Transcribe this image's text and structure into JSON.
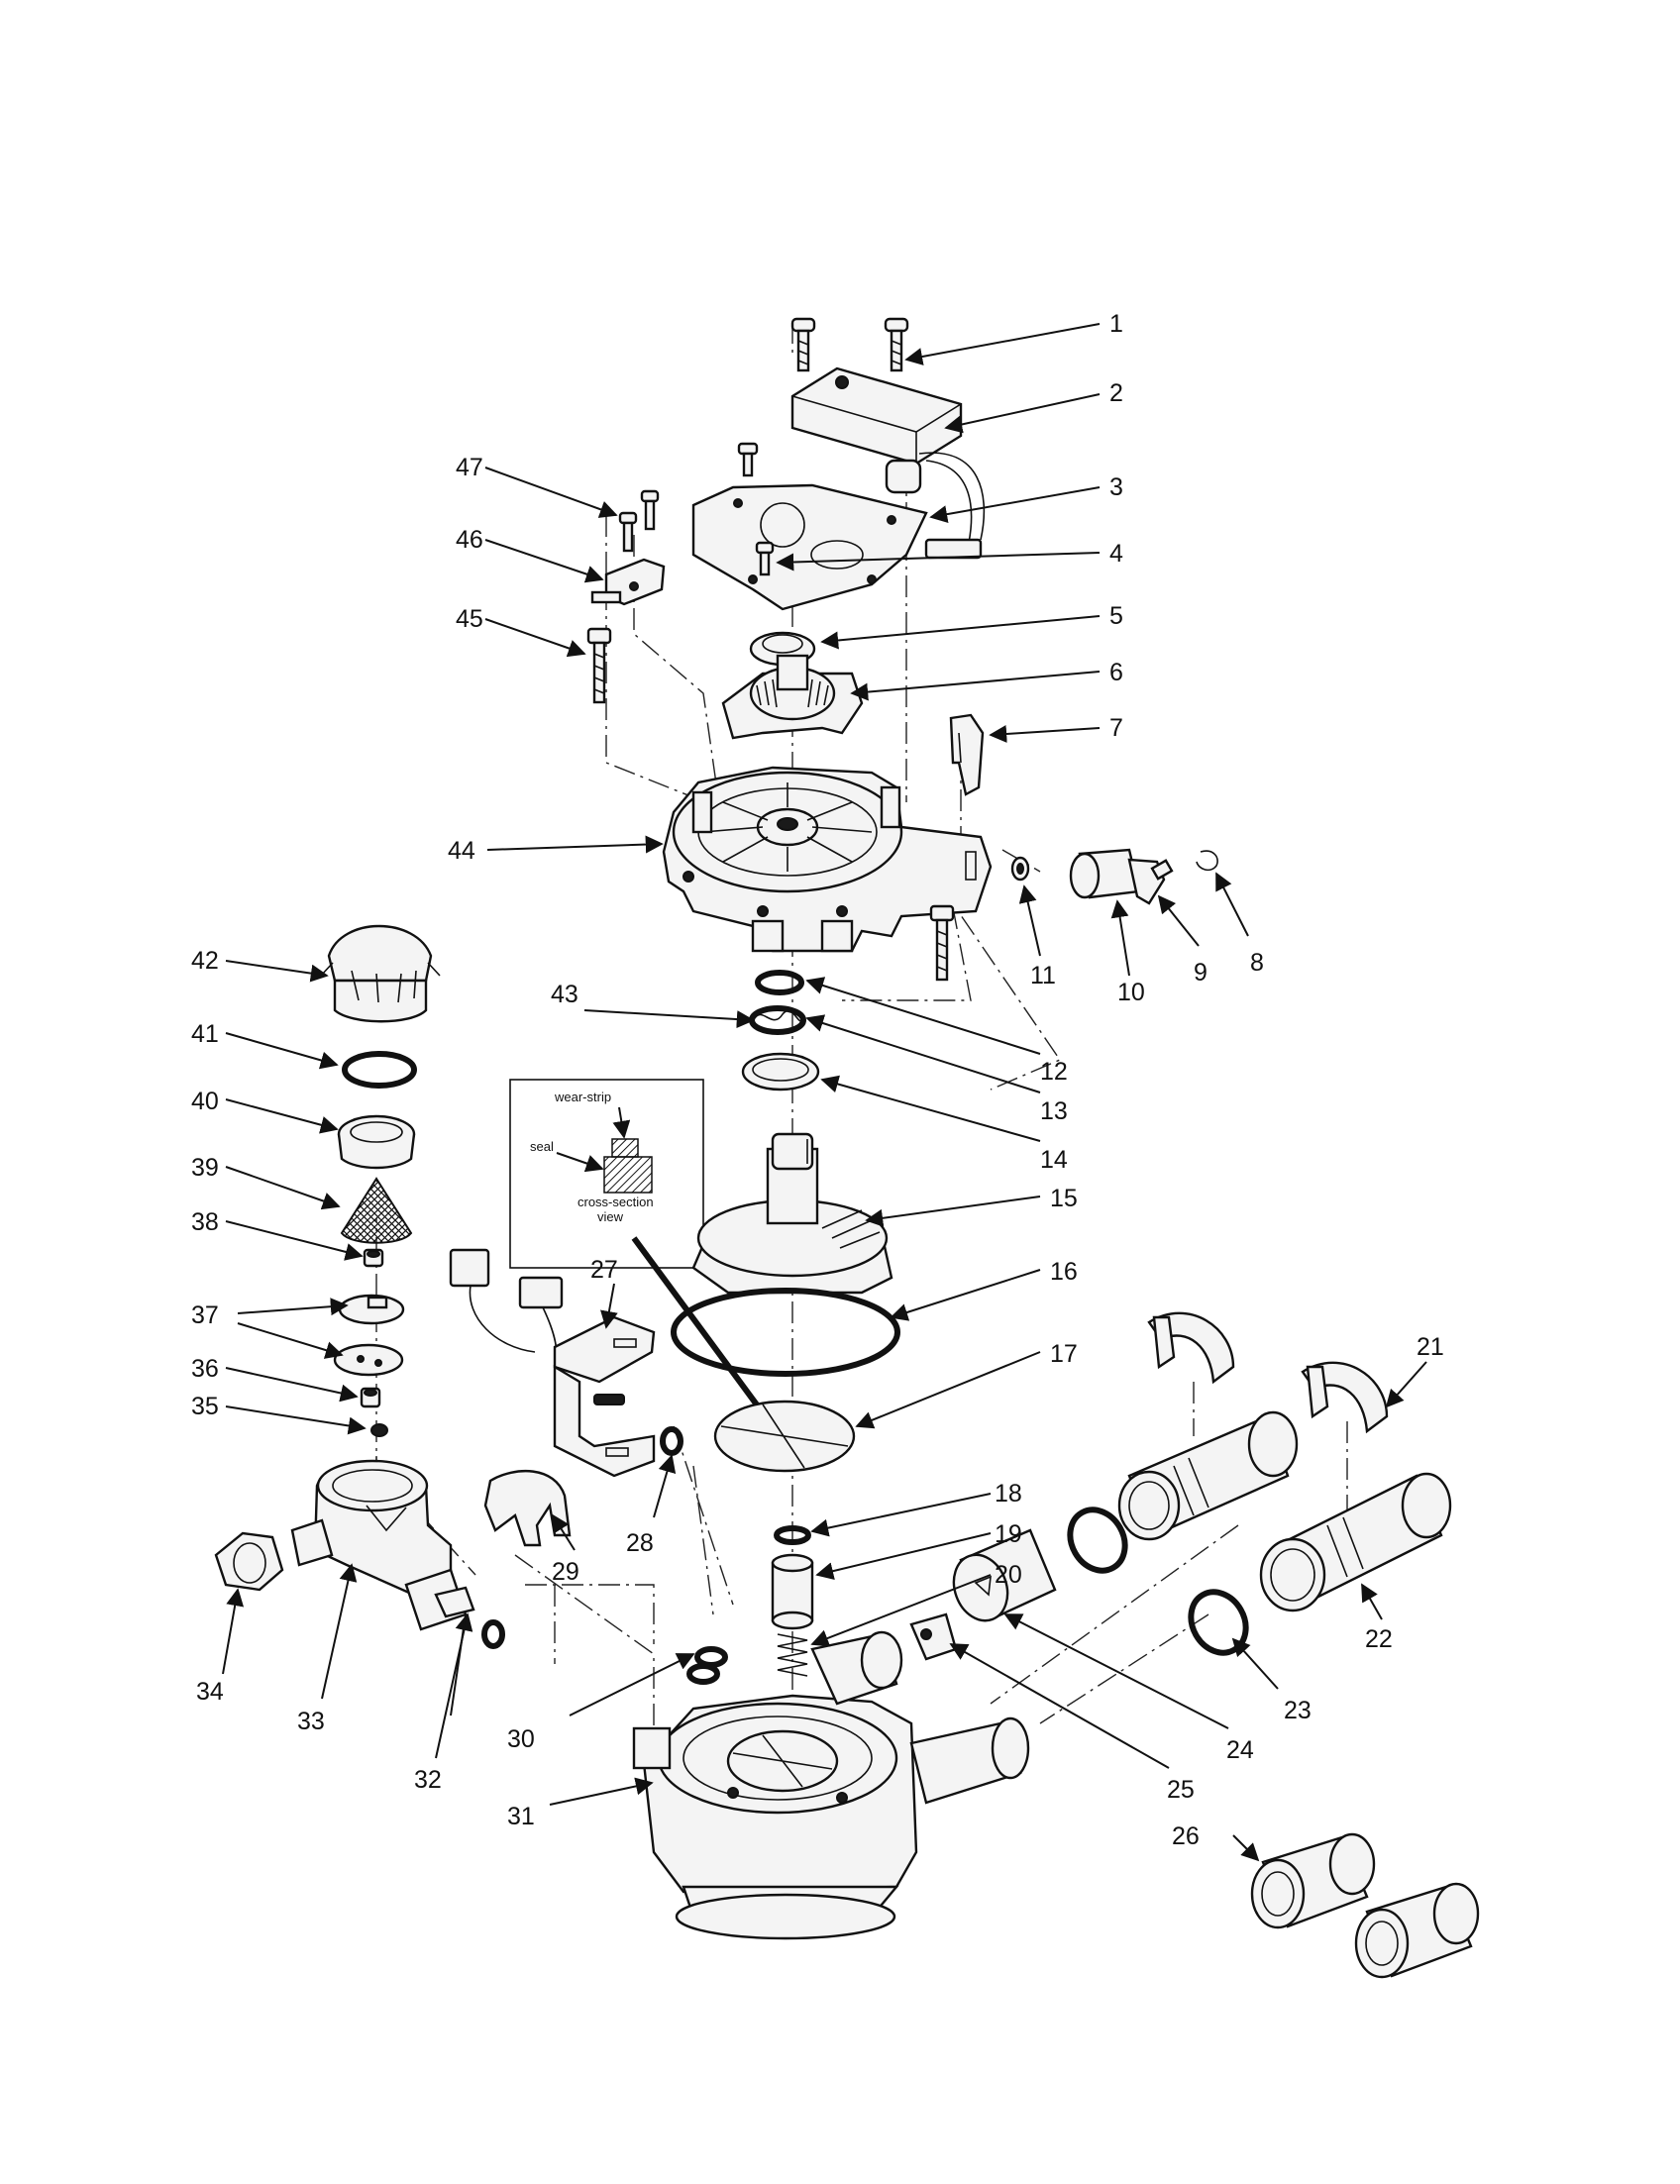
{
  "callouts": {
    "c1": "1",
    "c2": "2",
    "c3": "3",
    "c4": "4",
    "c5": "5",
    "c6": "6",
    "c7": "7",
    "c8": "8",
    "c9": "9",
    "c10": "10",
    "c11": "11",
    "c12": "12",
    "c13": "13",
    "c14": "14",
    "c15": "15",
    "c16": "16",
    "c17": "17",
    "c18": "18",
    "c19": "19",
    "c20": "20",
    "c21": "21",
    "c22": "22",
    "c23": "23",
    "c24": "24",
    "c25": "25",
    "c26": "26",
    "c27": "27",
    "c28": "28",
    "c29": "29",
    "c30": "30",
    "c31": "31",
    "c32": "32",
    "c33": "33",
    "c34": "34",
    "c35": "35",
    "c36": "36",
    "c37": "37",
    "c38": "38",
    "c39": "39",
    "c40": "40",
    "c41": "41",
    "c42": "42",
    "c43": "43",
    "c44": "44",
    "c45": "45",
    "c46": "46",
    "c47": "47"
  },
  "inset": {
    "wear_strip": "wear-strip",
    "seal": "seal",
    "cross_section_1": "cross-section",
    "cross_section_2": "view"
  }
}
